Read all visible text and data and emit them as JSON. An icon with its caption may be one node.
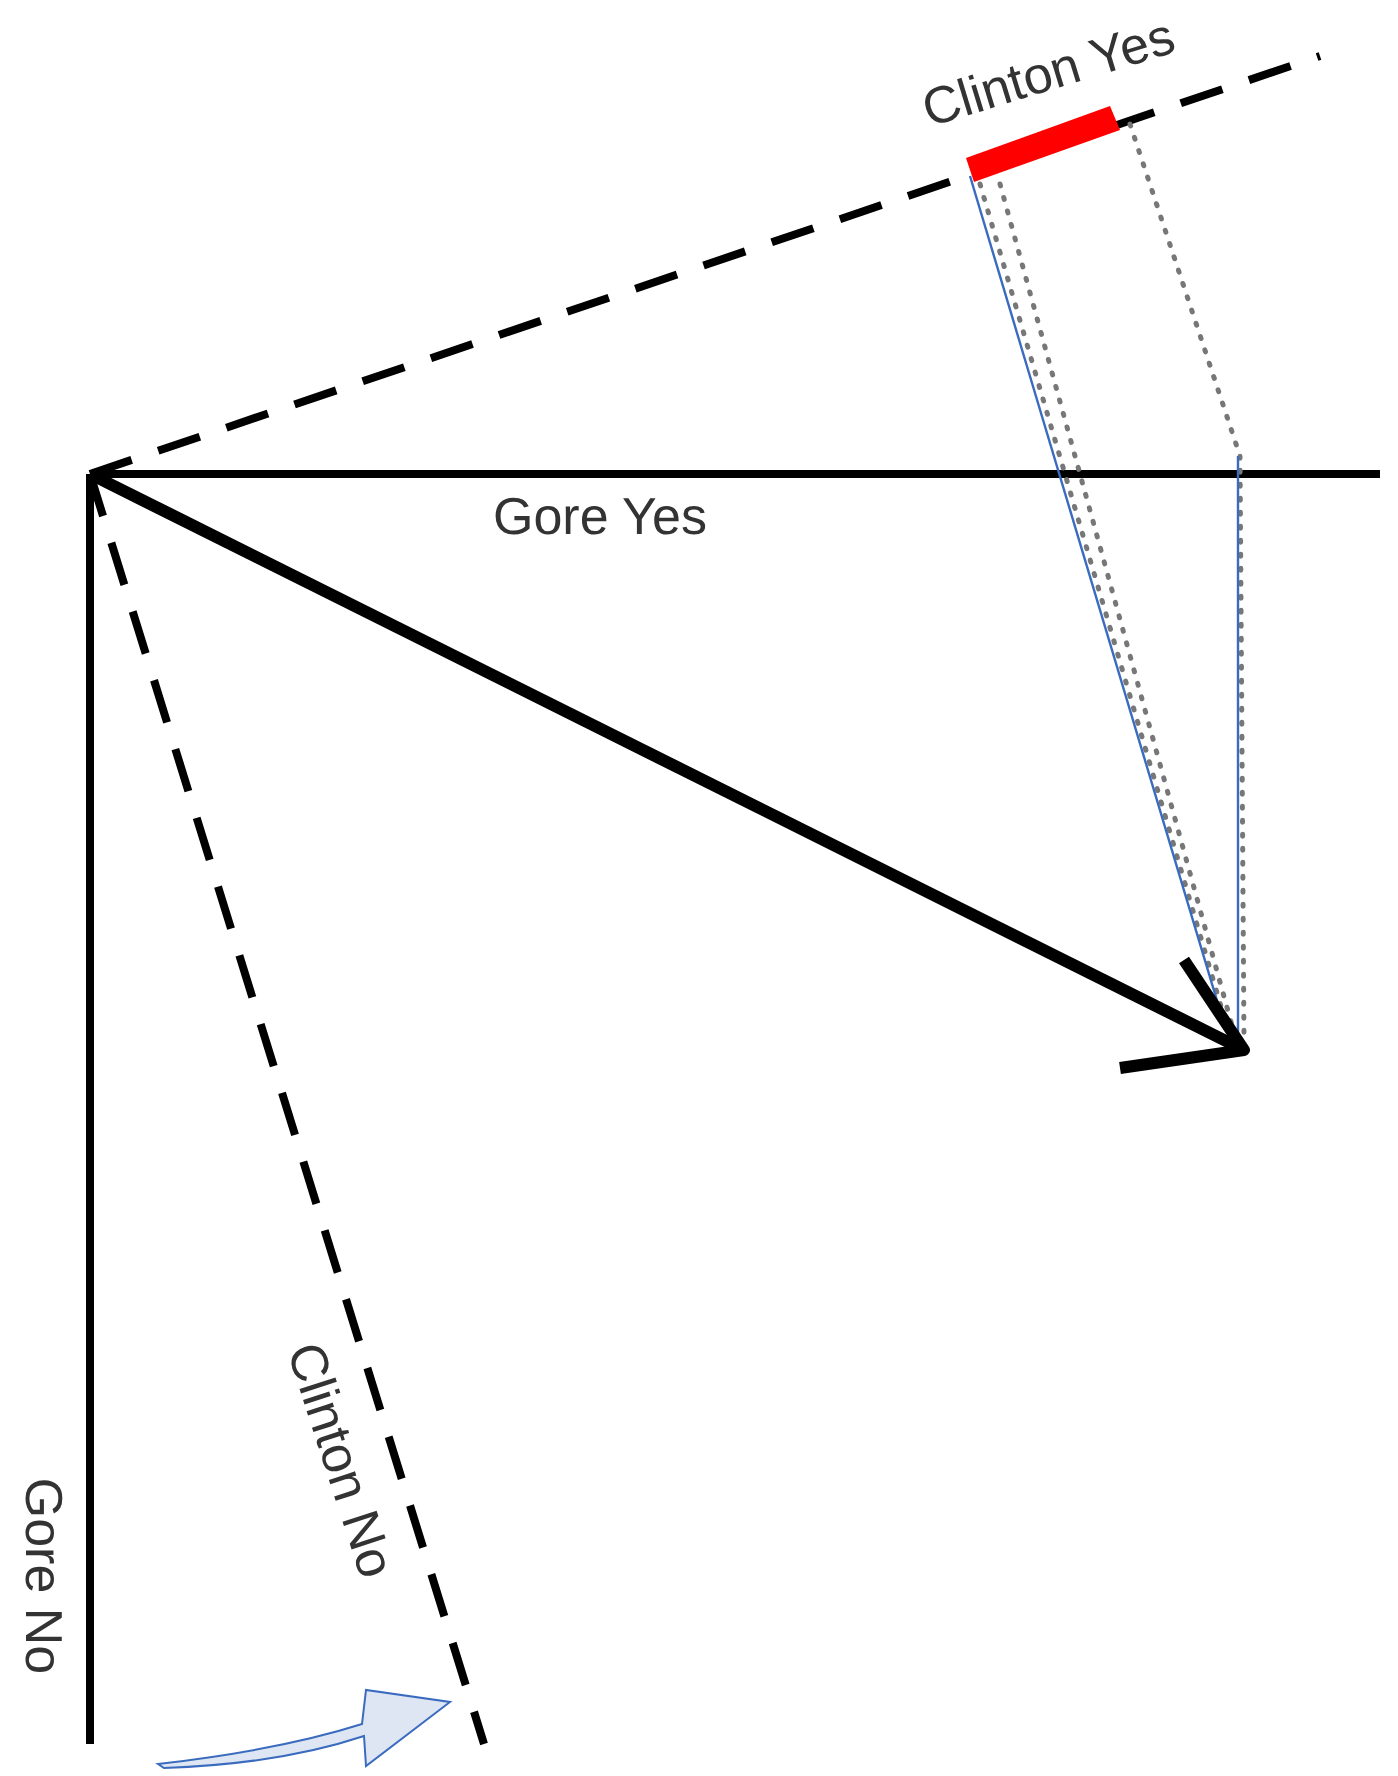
{
  "diagram": {
    "labels": [
      "Clinton Yes",
      "Gore Yes",
      "Clinton No",
      "Gore No"
    ]
  }
}
